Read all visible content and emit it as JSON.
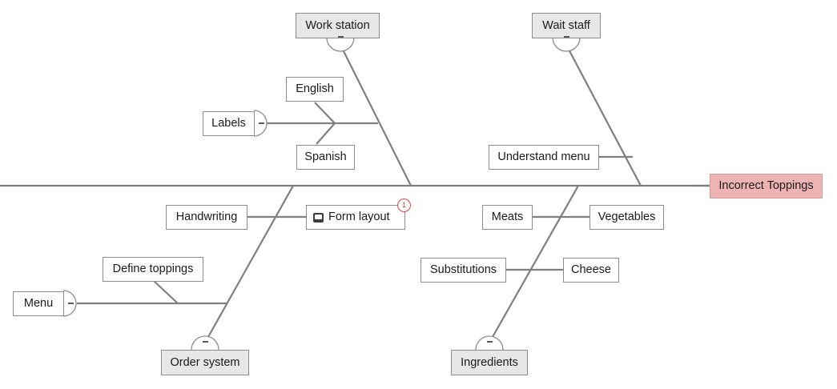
{
  "diagram": {
    "type": "fishbone",
    "title": "Incorrect Toppings",
    "colors": {
      "spine": "#7f7f7f",
      "branch": "#7f7f7f",
      "node_border": "#8c8c8c",
      "node_fill": "#ffffff",
      "category_fill": "#e7e7e7",
      "effect_fill": "#eeb3b3",
      "effect_border": "#d79a9a",
      "badge": "#d64545",
      "note_icon": "#3d3d3d"
    },
    "effect": {
      "label": "Incorrect Toppings"
    },
    "categories": [
      {
        "id": "work-station",
        "label": "Work station",
        "side": "top"
      },
      {
        "id": "wait-staff",
        "label": "Wait staff",
        "side": "top"
      },
      {
        "id": "order-system",
        "label": "Order system",
        "side": "bottom"
      },
      {
        "id": "ingredients",
        "label": "Ingredients",
        "side": "bottom"
      }
    ],
    "causes": [
      {
        "id": "labels",
        "label": "Labels",
        "parent": "work-station",
        "collapsible": true
      },
      {
        "id": "english",
        "label": "English",
        "parent": "labels"
      },
      {
        "id": "spanish",
        "label": "Spanish",
        "parent": "labels"
      },
      {
        "id": "understand-menu",
        "label": "Understand menu",
        "parent": "wait-staff"
      },
      {
        "id": "form-layout",
        "label": "Form layout",
        "parent": "order-system",
        "icon": "note-icon",
        "badge": "1"
      },
      {
        "id": "handwriting",
        "label": "Handwriting",
        "parent": "form-layout"
      },
      {
        "id": "menu",
        "label": "Menu",
        "parent": "order-system",
        "collapsible": true
      },
      {
        "id": "define-toppings",
        "label": "Define toppings",
        "parent": "menu"
      },
      {
        "id": "vegetables",
        "label": "Vegetables",
        "parent": "ingredients"
      },
      {
        "id": "meats",
        "label": "Meats",
        "parent": "vegetables"
      },
      {
        "id": "cheese",
        "label": "Cheese",
        "parent": "ingredients"
      },
      {
        "id": "substitutions",
        "label": "Substitutions",
        "parent": "cheese"
      }
    ],
    "collapse_glyph": "–"
  }
}
